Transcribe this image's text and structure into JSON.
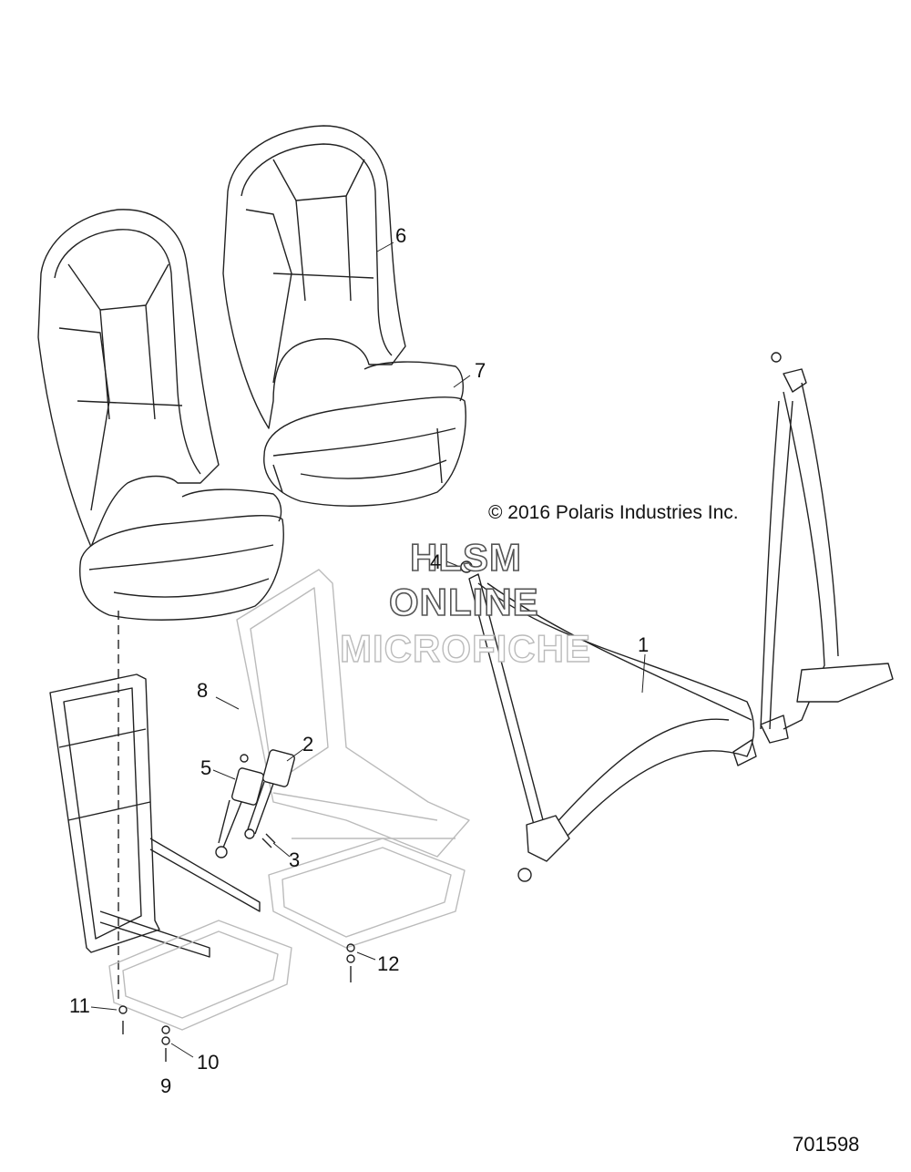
{
  "copyright": "© 2016 Polaris Industries Inc.",
  "figure_number": "701598",
  "watermark": {
    "line1": "HLSM",
    "line2": "ONLINE",
    "line3": "MICROFICHE"
  },
  "callouts": [
    {
      "id": "c1",
      "text": "1"
    },
    {
      "id": "c2",
      "text": "2"
    },
    {
      "id": "c3",
      "text": "3"
    },
    {
      "id": "c4",
      "text": "4"
    },
    {
      "id": "c5",
      "text": "5"
    },
    {
      "id": "c6",
      "text": "6"
    },
    {
      "id": "c7",
      "text": "7"
    },
    {
      "id": "c8",
      "text": "8"
    },
    {
      "id": "c9",
      "text": "9"
    },
    {
      "id": "c10",
      "text": "10"
    },
    {
      "id": "c11",
      "text": "11"
    },
    {
      "id": "c12",
      "text": "12"
    }
  ]
}
